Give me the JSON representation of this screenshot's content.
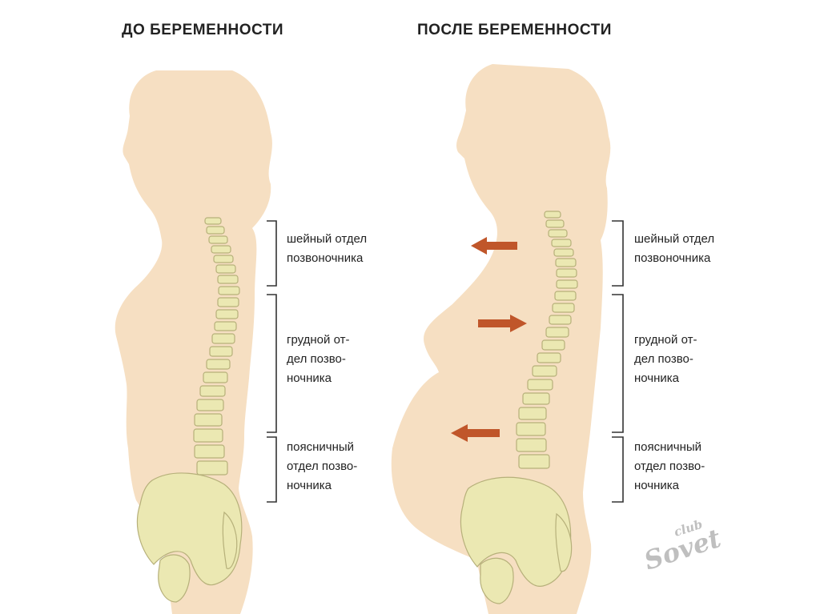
{
  "titles": {
    "before": "ДО БЕРЕМЕННОСТИ",
    "after": "ПОСЛЕ БЕРЕМЕННОСТИ"
  },
  "labels": {
    "cervical": [
      "шейный отдел",
      "позвоночника"
    ],
    "thoracic": [
      "грудной от-",
      "дел позво-",
      "ночника"
    ],
    "lumbar": [
      "поясничный",
      "отдел позво-",
      "ночника"
    ]
  },
  "watermark": {
    "line1": "club",
    "line2": "Sovet"
  },
  "colors": {
    "silhouette": "#f6dfc2",
    "bone": "#ebe8b2",
    "bone_stroke": "#b6b07a",
    "arrow": "#c0562a",
    "bracket": "#333333",
    "text": "#222222"
  }
}
